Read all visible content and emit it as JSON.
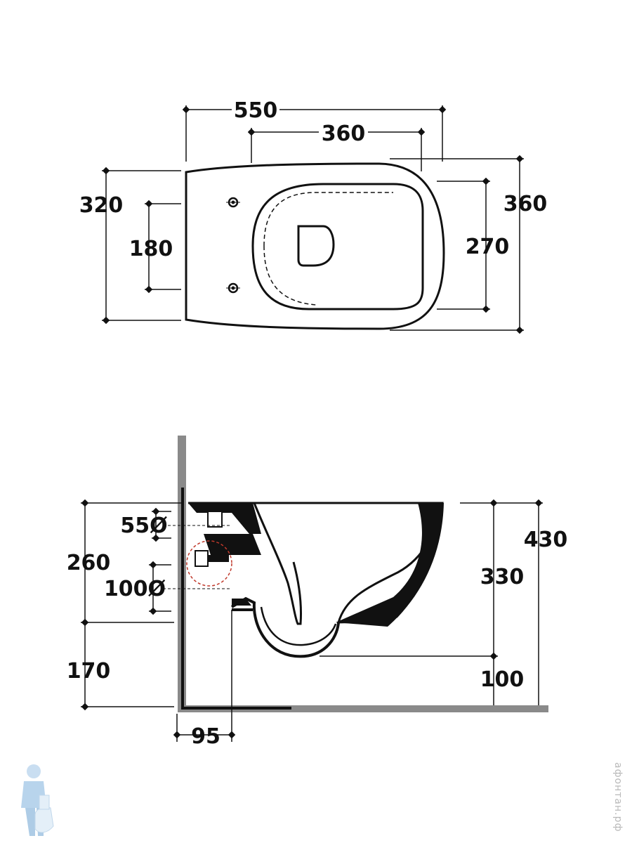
{
  "top_view": {
    "width_overall": "550",
    "width_bowl": "360",
    "height_left": "320",
    "fixing_spacing": "180",
    "height_right": "360",
    "bowl_inner": "270"
  },
  "side_view": {
    "pipe_55": "55Ø",
    "rear_height": "260",
    "pipe_100": "100Ø",
    "floor_gap": "170",
    "wall_offset": "95",
    "bowl_depth": "330",
    "total_height": "430",
    "outlet_height": "100"
  },
  "watermark": "афонтан.рф"
}
